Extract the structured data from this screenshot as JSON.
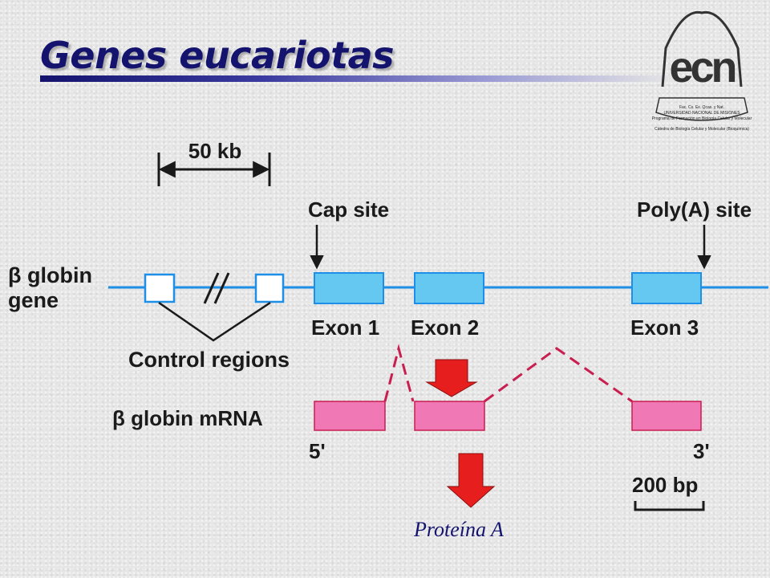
{
  "title": "Genes eucariotas",
  "scale_top": "50 kb",
  "scale_bottom": "200 bp",
  "markers": {
    "cap_site": "Cap site",
    "polya_site": "Poly(A) site"
  },
  "gene": {
    "label_line1": "β globin",
    "label_line2": "gene",
    "exons": [
      "Exon 1",
      "Exon 2",
      "Exon 3"
    ],
    "control_regions": "Control regions"
  },
  "mrna": {
    "label": "β globin mRNA",
    "five_prime": "5'",
    "three_prime": "3'"
  },
  "protein_label": "Proteína A",
  "logo": {
    "line1": "Fac. Cs. Ex. Qcas. y Nat.",
    "line2": "UNIVERSIDAD NACIONAL DE MISIONES",
    "line3": "Programa de Formación en Biología Celular y Molecular",
    "line4": "Cátedra de Biología Celular y Molecular (Bioquímica)"
  },
  "colors": {
    "title": "#14146e",
    "gene_line": "#1e8fe6",
    "exon_fill": "#64c8f0",
    "mrna_fill": "#f078b4",
    "splice_line": "#c81e50",
    "arrow_red": "#e61e1e"
  }
}
